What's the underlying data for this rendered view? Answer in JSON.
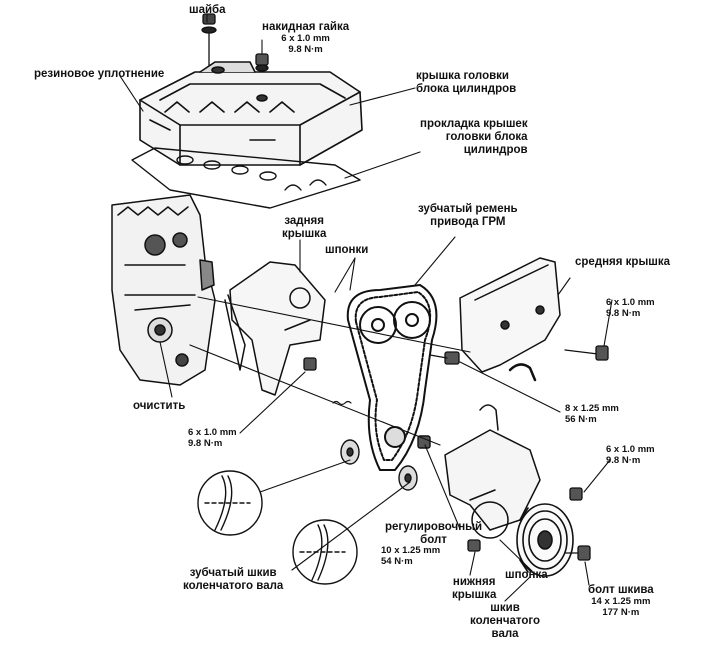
{
  "labels": {
    "washer": "шайба",
    "cap_nut": "накидная гайка",
    "cap_nut_spec1": "6 x 1.0 mm",
    "cap_nut_spec2": "9.8 N·m",
    "rubber_seal": "резиновое уплотнение",
    "head_cover1": "крышка головки",
    "head_cover2": "блока цилиндров",
    "gasket1": "прокладка крышек",
    "gasket2": "головки блока",
    "gasket3": "цилиндров",
    "timing_belt1": "зубчатый ремень",
    "timing_belt2": "привода ГРМ",
    "rear_cover1": "задняя",
    "rear_cover2": "крышка",
    "keys": "шпонки",
    "middle_cover": "средняя крышка",
    "mid_bolt_spec1": "6 x 1.0 mm",
    "mid_bolt_spec2": "9.8 N·m",
    "clean": "очистить",
    "left_bolt_spec1": "6 x 1.0 mm",
    "left_bolt_spec2": "9.8 N·m",
    "bolt_8_spec1": "8 x 1.25 mm",
    "bolt_8_spec2": "56 N·m",
    "low_bolt_spec1": "6 x 1.0 mm",
    "low_bolt_spec2": "9.8 N·m",
    "adjust1": "регулировочный",
    "adjust2": "болт",
    "adjust_spec1": "10 x 1.25 mm",
    "adjust_spec2": "54 N·m",
    "crank_sprocket1": "зубчатый шкив",
    "crank_sprocket2": "коленчатого вала",
    "lower_cover1": "нижняя",
    "lower_cover2": "крышка",
    "key": "шпонка",
    "pulley_bolt1": "болт шкива",
    "pulley_bolt2": "14 x 1.25 mm",
    "pulley_bolt3": "177 N·m",
    "pulley1": "шкив",
    "pulley2": "коленчатого",
    "pulley3": "вала"
  }
}
